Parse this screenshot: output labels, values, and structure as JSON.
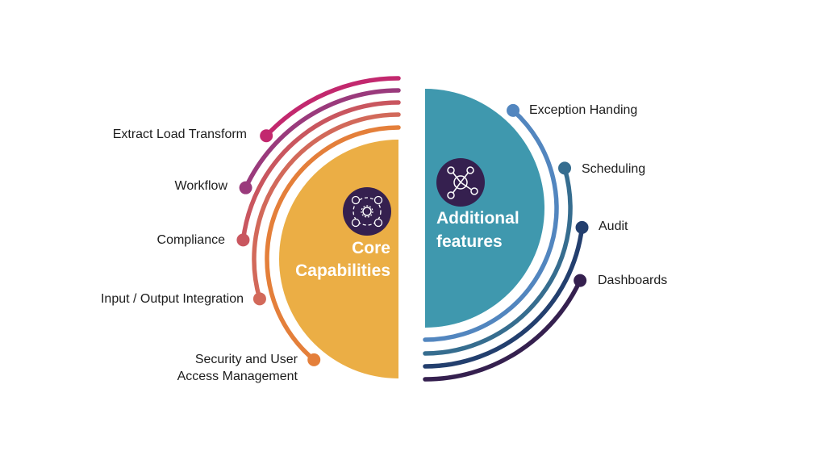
{
  "core": {
    "title_line1": "Core",
    "title_line2": "Capabilities",
    "color": "#ebae45",
    "icon": "team-gear-icon",
    "items": [
      {
        "label": "Extract Load Transform",
        "color": "#c2286e"
      },
      {
        "label": "Workflow",
        "color": "#9a3a7c"
      },
      {
        "label": "Compliance",
        "color": "#c9565f"
      },
      {
        "label": "Input / Output Integration",
        "color": "#d2695a"
      },
      {
        "label_line1": "Security and User",
        "label_line2": "Access Management",
        "color": "#e47f3a"
      }
    ]
  },
  "additional": {
    "title_line1": "Additional",
    "title_line2": "features",
    "color": "#3f98ae",
    "icon": "network-nodes-icon",
    "items": [
      {
        "label": "Exception Handing",
        "color": "#5286bf"
      },
      {
        "label": "Scheduling",
        "color": "#366d8f"
      },
      {
        "label": "Audit",
        "color": "#233f6e"
      },
      {
        "label": "Dashboards",
        "color": "#35204f"
      }
    ]
  },
  "icon_bg": "#35204f"
}
